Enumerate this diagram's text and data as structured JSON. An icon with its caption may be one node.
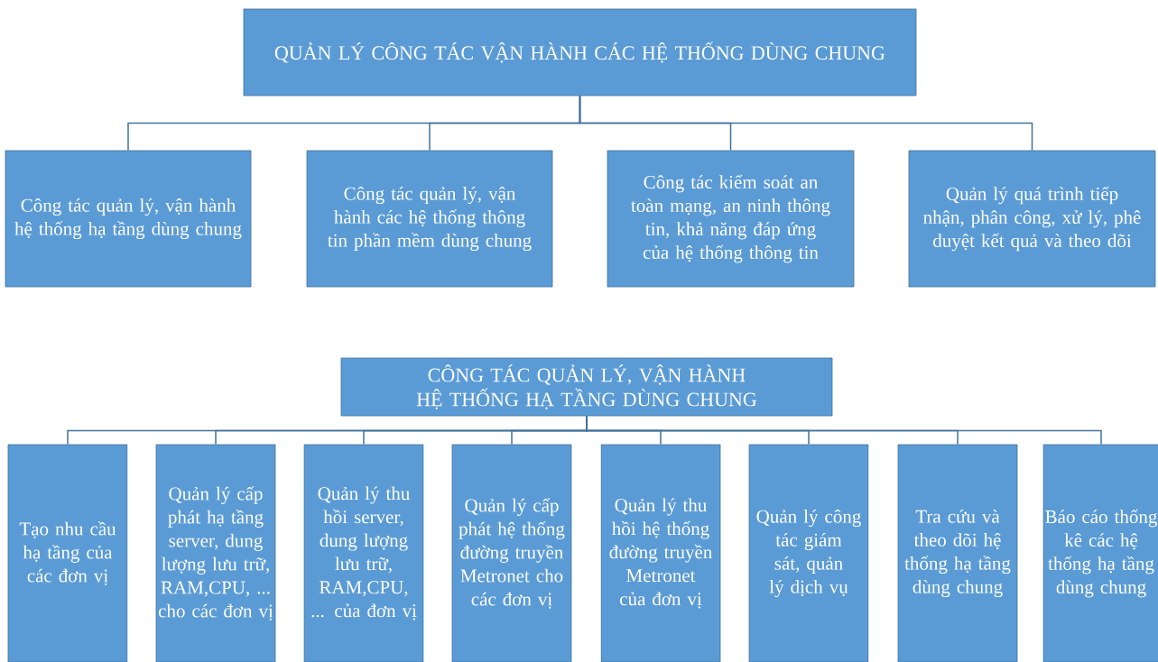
{
  "diagram": {
    "nodes": [
      {
        "text": [
          "QUẢN LÝ CÔNG TÁC VẬN HÀNH CÁC HỆ THỐNG DÙNG CHUNG"
        ]
      },
      {
        "text": [
          "Công tác quản lý, vận hành hệ thống hạ tầng dùng chung"
        ]
      },
      {
        "text": [
          "Công tác quản lý, vận hành các hệ thống thông tin phần mềm dùng chung"
        ]
      },
      {
        "text": [
          "Công tác kiểm soát an toàn mạng, an ninh thông tin, khả năng đáp ứng của hệ thống thông tin"
        ]
      },
      {
        "text": [
          "Quản lý quá trình tiếp nhận, phân công, xử lý, phê duyệt kết quả và theo dõi"
        ]
      },
      {
        "text": [
          "CÔNG TÁC QUẢN LÝ, VẬN HÀNH HỆ THỐNG HẠ TẦNG DÙNG CHUNG"
        ]
      },
      {
        "text": [
          "Tạo nhu cầu hạ tầng của các đơn vị"
        ]
      },
      {
        "text": [
          "Quản lý cấp phát hạ tầng server, dung lượng lưu trữ, RAM,CPU, ...  cho các đơn vị"
        ]
      },
      {
        "text": [
          "Quản lý thu hồi server, dung lượng lưu trữ, RAM,CPU, ... của đơn vị"
        ]
      },
      {
        "text": [
          "Quản lý cấp phát hệ thống đường truyền Metronet cho các đơn vị"
        ]
      },
      {
        "text": [
          "Quản lý thu hồi hệ thống đường truyền Metronet của đơn vị"
        ]
      },
      {
        "text": [
          "Quản lý công tác giám sát, quản lý dịch vụ"
        ]
      },
      {
        "text": [
          "Tra cứu và theo dõi hệ thống hạ tầng dùng chung"
        ]
      },
      {
        "text": [
          "Báo cáo thống kê các hệ thống hạ tầng dùng chung"
        ]
      }
    ],
    "edges": [
      {
        "from": 0,
        "to": 1,
        "arrow": "none"
      },
      {
        "from": 0,
        "to": 2,
        "arrow": "none"
      },
      {
        "from": 0,
        "to": 3,
        "arrow": "none"
      },
      {
        "from": 0,
        "to": 4,
        "arrow": "none"
      },
      {
        "from": 5,
        "to": 6,
        "arrow": "none"
      },
      {
        "from": 5,
        "to": 7,
        "arrow": "none"
      },
      {
        "from": 5,
        "to": 8,
        "arrow": "none"
      },
      {
        "from": 5,
        "to": 9,
        "arrow": "none"
      },
      {
        "from": 5,
        "to": 10,
        "arrow": "none"
      },
      {
        "from": 5,
        "to": 11,
        "arrow": "none"
      },
      {
        "from": 5,
        "to": 12,
        "arrow": "none"
      },
      {
        "from": 5,
        "to": 13,
        "arrow": "none"
      }
    ]
  }
}
